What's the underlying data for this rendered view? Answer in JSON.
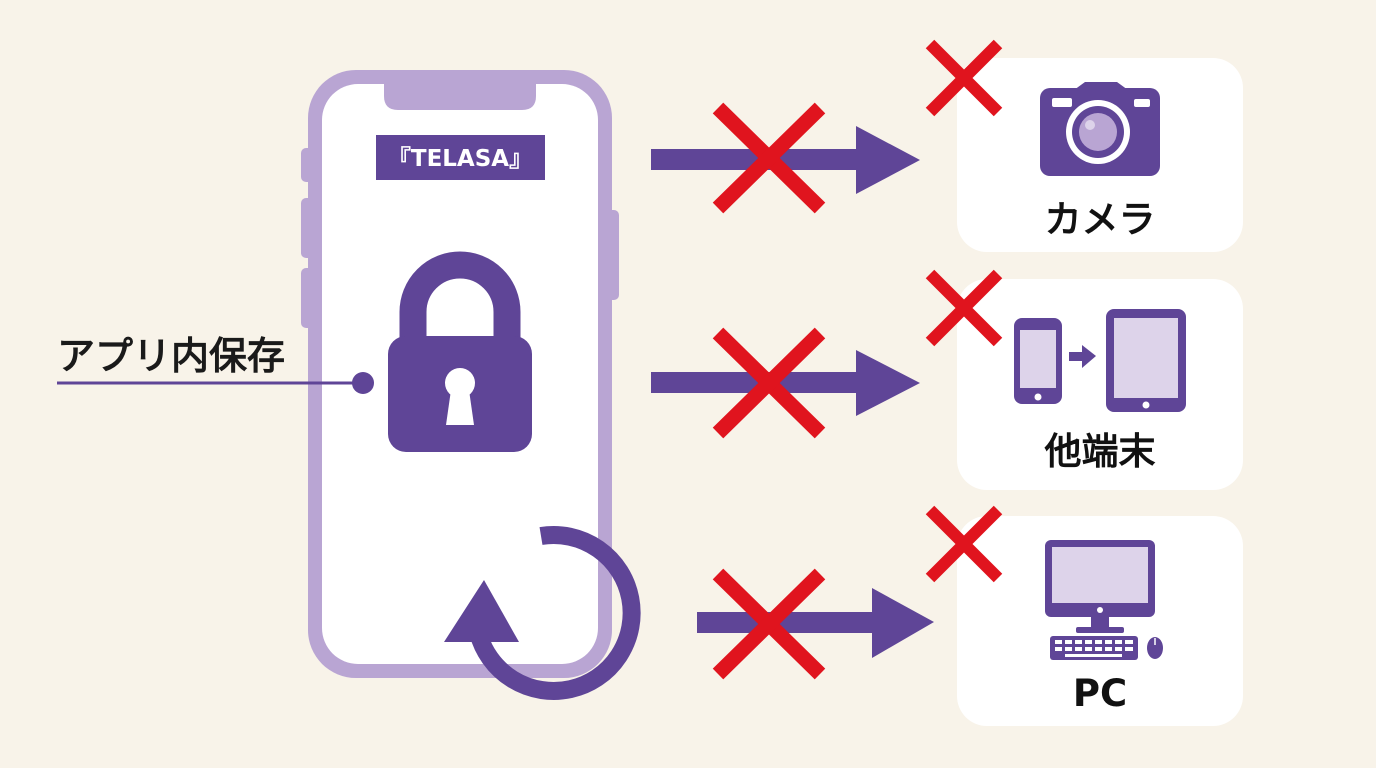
{
  "phone": {
    "app_name": "『TELASA』",
    "storage_label": "アプリ内保存"
  },
  "destinations": [
    {
      "label": "カメラ",
      "icon": "camera-icon"
    },
    {
      "label": "他端末",
      "icon": "devices-icon"
    },
    {
      "label": "PC",
      "icon": "computer-icon"
    }
  ],
  "colors": {
    "background": "#f8f3e9",
    "purple": "#5f4597",
    "light_purple": "#b9a5d3",
    "pale_purple": "#ddd3ea",
    "cross_red": "#e0141e",
    "card": "#ffffff"
  }
}
